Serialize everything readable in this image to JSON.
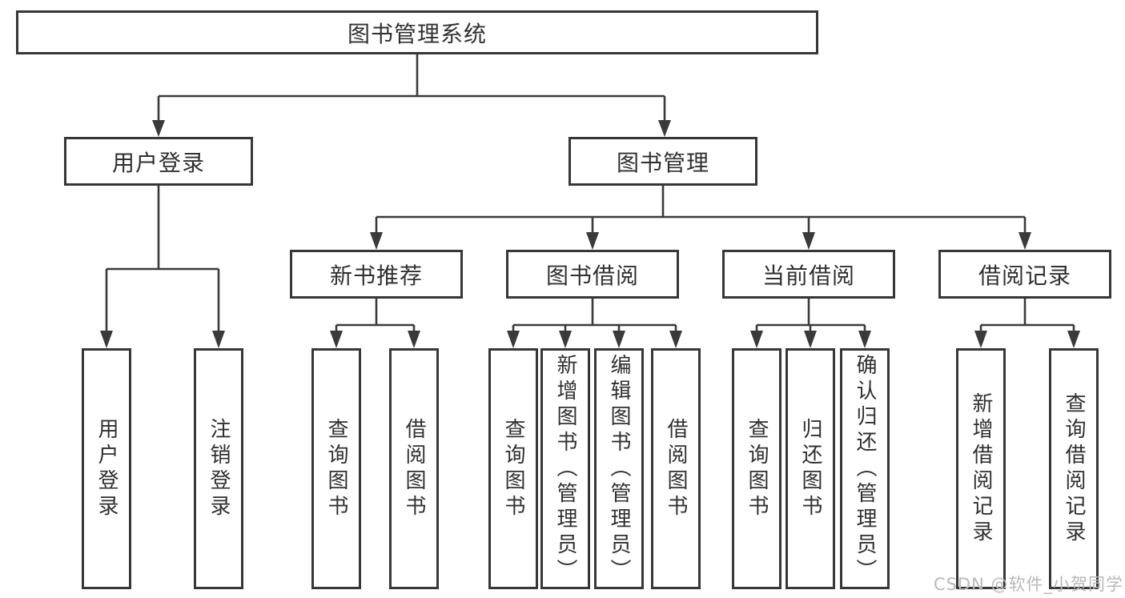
{
  "colors": {
    "line": "#3a3a3a",
    "border": "#373737",
    "text": "#303030",
    "watermark": "#b9b9b9",
    "background": "#ffffff"
  },
  "nodes": {
    "root": {
      "label": "图书管理系统"
    },
    "user_login": {
      "label": "用户登录"
    },
    "book_mgmt": {
      "label": "图书管理"
    },
    "new_book_rec": {
      "label": "新书推荐"
    },
    "book_borrow": {
      "label": "图书借阅"
    },
    "current_borrow": {
      "label": "当前借阅"
    },
    "borrow_records": {
      "label": "借阅记录"
    },
    "leaves": [
      {
        "label": "用户登录"
      },
      {
        "label": "注销登录"
      },
      {
        "label": "查询图书"
      },
      {
        "label": "借阅图书"
      },
      {
        "label": "查询图书"
      },
      {
        "label": "新增图书（管理员）"
      },
      {
        "label": "编辑图书（管理员）"
      },
      {
        "label": "借阅图书"
      },
      {
        "label": "查询图书"
      },
      {
        "label": "归还图书"
      },
      {
        "label": "确认归还（管理员）"
      },
      {
        "label": "新增借阅记录"
      },
      {
        "label": "查询借阅记录"
      }
    ]
  },
  "watermark": {
    "text": "CSDN @软件_小贺同学"
  }
}
